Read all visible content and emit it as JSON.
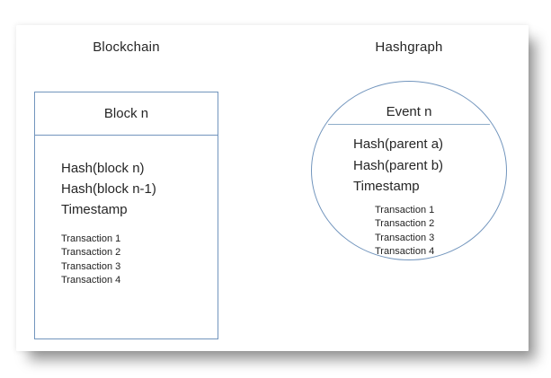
{
  "diagram": {
    "blockchain": {
      "title": "Blockchain",
      "shape_label": "Block n",
      "fields": [
        "Hash(block n)",
        "Hash(block n-1)",
        "Timestamp"
      ],
      "transactions": [
        "Transaction 1",
        "Transaction 2",
        "Transaction 3",
        "Transaction 4"
      ]
    },
    "hashgraph": {
      "title": "Hashgraph",
      "shape_label": "Event n",
      "fields": [
        "Hash(parent a)",
        "Hash(parent b)",
        "Timestamp"
      ],
      "transactions": [
        "Transaction 1",
        "Transaction 2",
        "Transaction 3",
        "Transaction 4"
      ]
    },
    "colors": {
      "shape_border": "#7295bd",
      "text": "#262626"
    }
  }
}
